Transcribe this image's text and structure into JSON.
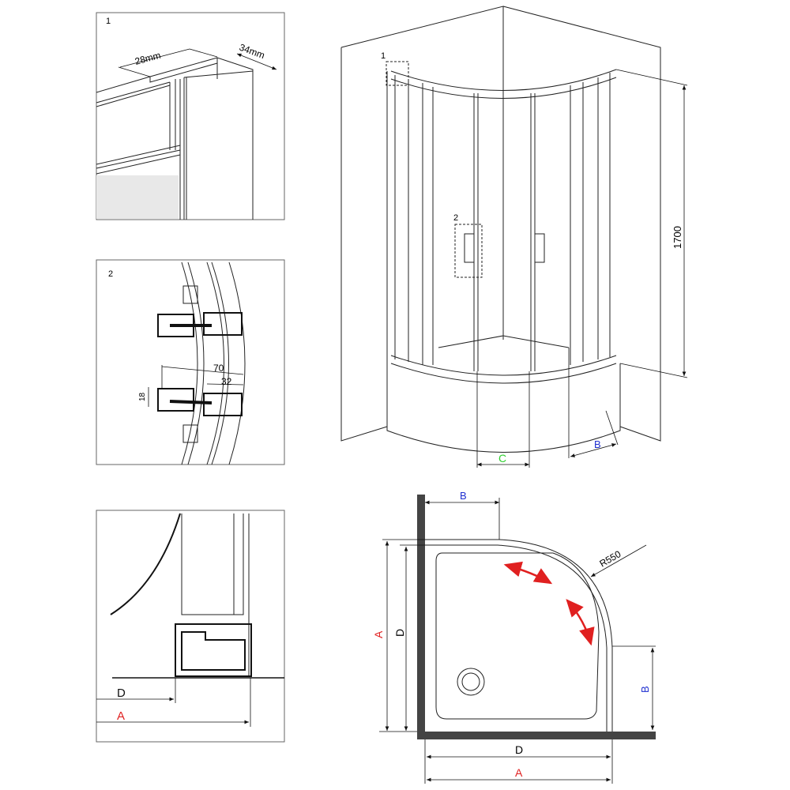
{
  "detail1": {
    "label": "1",
    "dim_width": "28mm",
    "dim_depth": "34mm"
  },
  "detail2": {
    "label": "2",
    "dim_total": "70",
    "dim_partial": "32",
    "dim_height": "18"
  },
  "detail3": {
    "dim_d": "D",
    "dim_a": "A"
  },
  "perspective": {
    "callout1": "1",
    "callout2": "2",
    "height": "1700",
    "dim_c": "C",
    "dim_b": "B"
  },
  "plan": {
    "dim_b_top": "B",
    "dim_a_left": "A",
    "dim_d_left": "D",
    "radius": "R550",
    "dim_b_right": "B",
    "dim_d_bottom": "D",
    "dim_a_bottom": "A"
  },
  "colors": {
    "a": "#e02020",
    "b": "#2030d0",
    "c": "#30d030",
    "d": "#111111",
    "arrow": "#e02020",
    "wall": "#444444"
  }
}
